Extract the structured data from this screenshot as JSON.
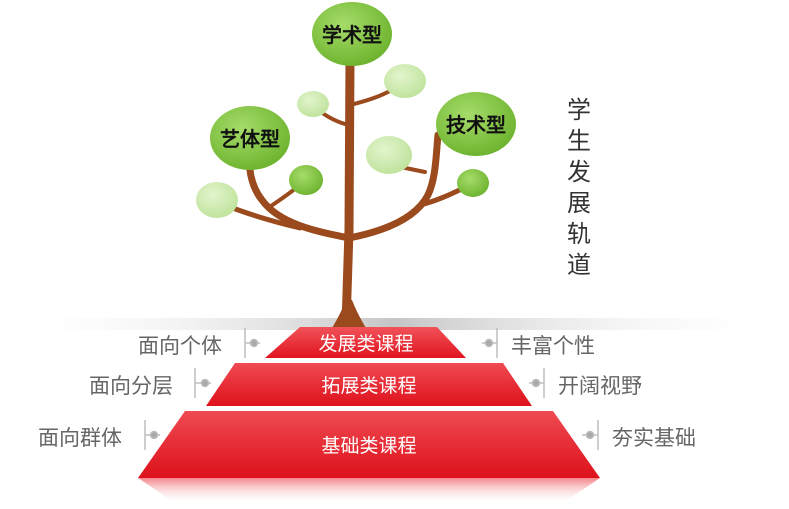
{
  "tree": {
    "categories": {
      "academic": "学术型",
      "arts": "艺体型",
      "technical": "技术型"
    },
    "side_title": "学生发展轨道"
  },
  "pyramid": {
    "levels": {
      "top": "发展类课程",
      "middle": "拓展类课程",
      "bottom": "基础类课程"
    },
    "left_labels": {
      "top": "面向个体",
      "middle": "面向分层",
      "bottom": "面向群体"
    },
    "right_labels": {
      "top": "丰富个性",
      "middle": "开阔视野",
      "bottom": "夯实基础"
    }
  },
  "colors": {
    "trunk": "#9a4a1c",
    "leaf_dark": "#7cc23a",
    "leaf_light": "#c9e8a4",
    "pyramid_red": "#e8212b",
    "label_gray": "#666666"
  }
}
